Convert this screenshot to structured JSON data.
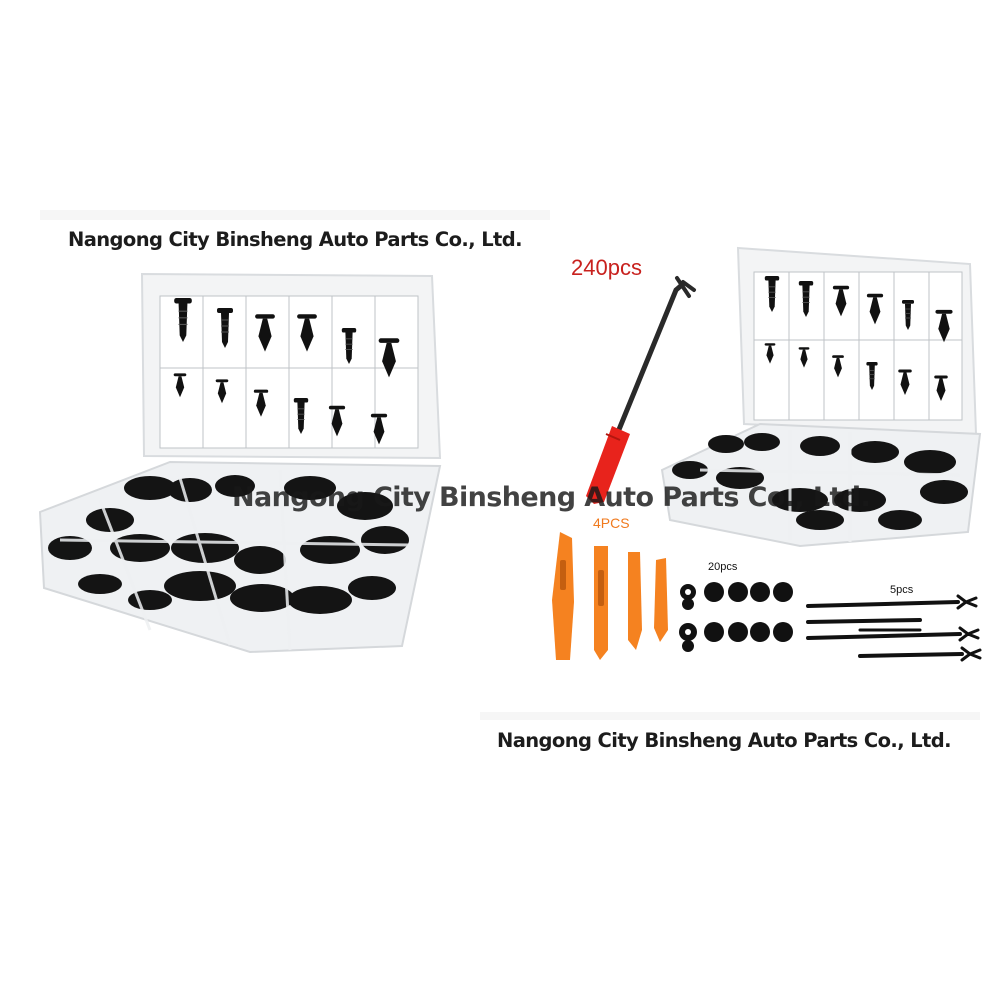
{
  "watermarks": {
    "top": "Nangong City Binsheng Auto Parts Co., Ltd.",
    "middle": "Nangong City Binsheng Auto Parts Co., Ltd.",
    "bottom": "Nangong City Binsheng Auto Parts Co., Ltd."
  },
  "labels": {
    "total_count": "240pcs",
    "pry_tools": "4PCS",
    "washers": "20pcs",
    "cable_ties": "5pcs"
  },
  "colors": {
    "screwdriver_handle": "#e8231c",
    "pry_tool": "#f58220",
    "clips": "#111111",
    "case": "#eef0f2"
  }
}
